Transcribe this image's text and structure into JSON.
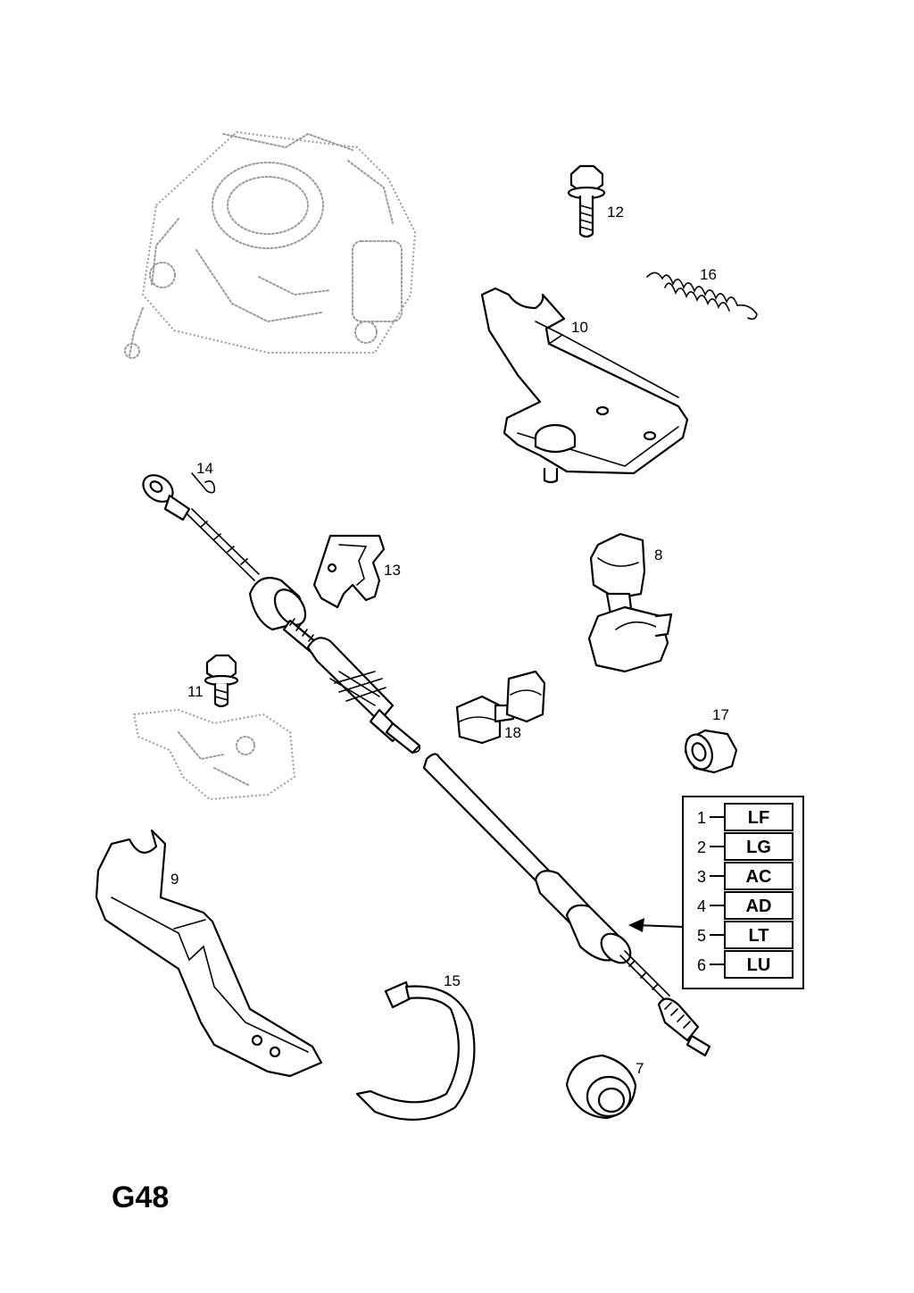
{
  "page_code": "G48",
  "callouts": {
    "p7": "7",
    "p8": "8",
    "p9": "9",
    "p10": "10",
    "p11": "11",
    "p12": "12",
    "p13": "13",
    "p14": "14",
    "p15": "15",
    "p16": "16",
    "p17": "17",
    "p18": "18"
  },
  "legend": [
    {
      "num": "1",
      "code": "LF"
    },
    {
      "num": "2",
      "code": "LG"
    },
    {
      "num": "3",
      "code": "AC"
    },
    {
      "num": "4",
      "code": "AD"
    },
    {
      "num": "5",
      "code": "LT"
    },
    {
      "num": "6",
      "code": "LU"
    }
  ]
}
